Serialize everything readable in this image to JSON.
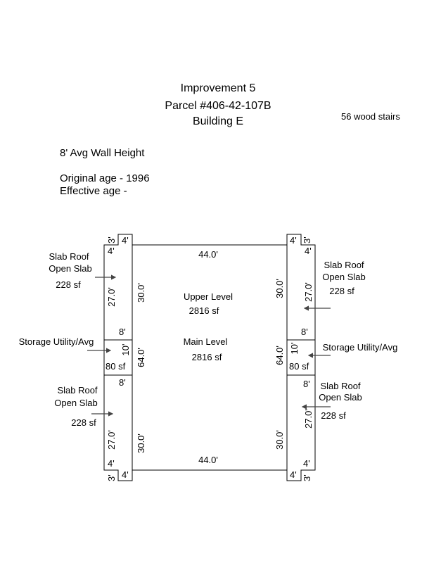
{
  "title": {
    "line1": "Improvement 5",
    "line2": "Parcel #406-42-107B",
    "line3": "Building E"
  },
  "note_stairs": "56 wood stairs",
  "info": {
    "wall_height": "8' Avg Wall Height",
    "original_age": "Original age - 1996",
    "effective_age": "Effective age -"
  },
  "main": {
    "top_dim": "44.0'",
    "bottom_dim": "44.0'",
    "upper_label": "Upper Level",
    "upper_sf": "2816 sf",
    "main_label": "Main Level",
    "main_sf": "2816 sf",
    "left_dim": "64.0'",
    "right_dim": "64.0'",
    "left_top": "30.0'",
    "left_bottom": "30.0'",
    "right_top": "30.0'",
    "right_bottom": "30.0'"
  },
  "left": {
    "slab_top": {
      "l1": "Slab Roof",
      "l2": "Open Slab",
      "sf": "228 sf"
    },
    "storage": {
      "label": "Storage Utility/Avg",
      "sf": "80 sf",
      "dim": "10'"
    },
    "slab_bottom": {
      "l1": "Slab Roof",
      "l2": "Open Slab",
      "sf": "228 sf"
    }
  },
  "right": {
    "slab_top": {
      "l1": "Slab Roof",
      "l2": "Open Slab",
      "sf": "228 sf"
    },
    "storage": {
      "label": "Storage Utility/Avg",
      "sf": "80 sf",
      "dim": "10'"
    },
    "slab_bottom": {
      "l1": "Slab Roof",
      "l2": "Open Slab",
      "sf": "228 sf"
    }
  },
  "dims": {
    "four": "4'",
    "three": "3'",
    "eight": "8'",
    "twentyseven": "27.0'"
  }
}
